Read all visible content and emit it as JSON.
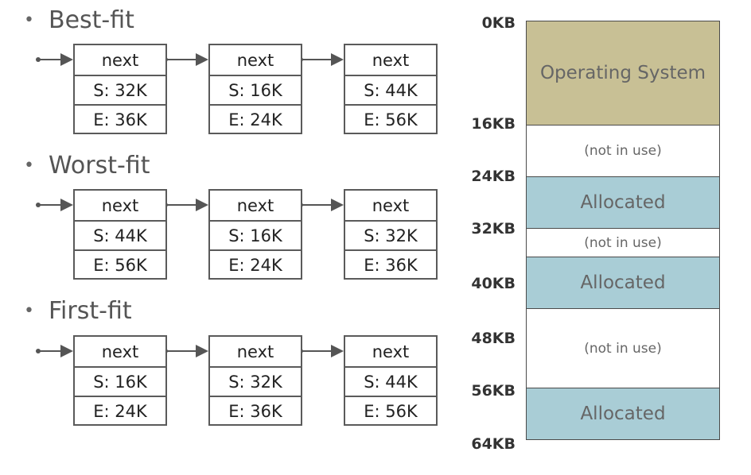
{
  "sections": [
    {
      "title": "Best-fit",
      "nodes": [
        {
          "next": "next",
          "start": "S: 32K",
          "end": "E: 36K"
        },
        {
          "next": "next",
          "start": "S: 16K",
          "end": "E: 24K"
        },
        {
          "next": "next",
          "start": "S: 44K",
          "end": "E: 56K"
        }
      ]
    },
    {
      "title": "Worst-fit",
      "nodes": [
        {
          "next": "next",
          "start": "S: 44K",
          "end": "E: 56K"
        },
        {
          "next": "next",
          "start": "S: 16K",
          "end": "E: 24K"
        },
        {
          "next": "next",
          "start": "S: 32K",
          "end": "E: 36K"
        }
      ]
    },
    {
      "title": "First-fit",
      "nodes": [
        {
          "next": "next",
          "start": "S: 16K",
          "end": "E: 24K"
        },
        {
          "next": "next",
          "start": "S: 32K",
          "end": "E: 36K"
        },
        {
          "next": "next",
          "start": "S: 44K",
          "end": "E: 56K"
        }
      ]
    }
  ],
  "memory": {
    "labels": [
      "0KB",
      "16KB",
      "24KB",
      "32KB",
      "40KB",
      "48KB",
      "56KB",
      "64KB"
    ],
    "blocks": [
      {
        "label": "Operating System",
        "type": "os",
        "from_kb": 0,
        "to_kb": 16
      },
      {
        "label": "(not in use)",
        "type": "free",
        "from_kb": 16,
        "to_kb": 24
      },
      {
        "label": "Allocated",
        "type": "allocated",
        "from_kb": 24,
        "to_kb": 32
      },
      {
        "label": "(not in use)",
        "type": "free",
        "from_kb": 32,
        "to_kb": 36
      },
      {
        "label": "Allocated",
        "type": "allocated",
        "from_kb": 36,
        "to_kb": 44
      },
      {
        "label": "(not in use)",
        "type": "free",
        "from_kb": 44,
        "to_kb": 56
      },
      {
        "label": "Allocated",
        "type": "allocated",
        "from_kb": 56,
        "to_kb": 64
      }
    ],
    "colors": {
      "os": "#c8c095",
      "allocated": "#a9cdd6",
      "free": "#ffffff"
    }
  }
}
